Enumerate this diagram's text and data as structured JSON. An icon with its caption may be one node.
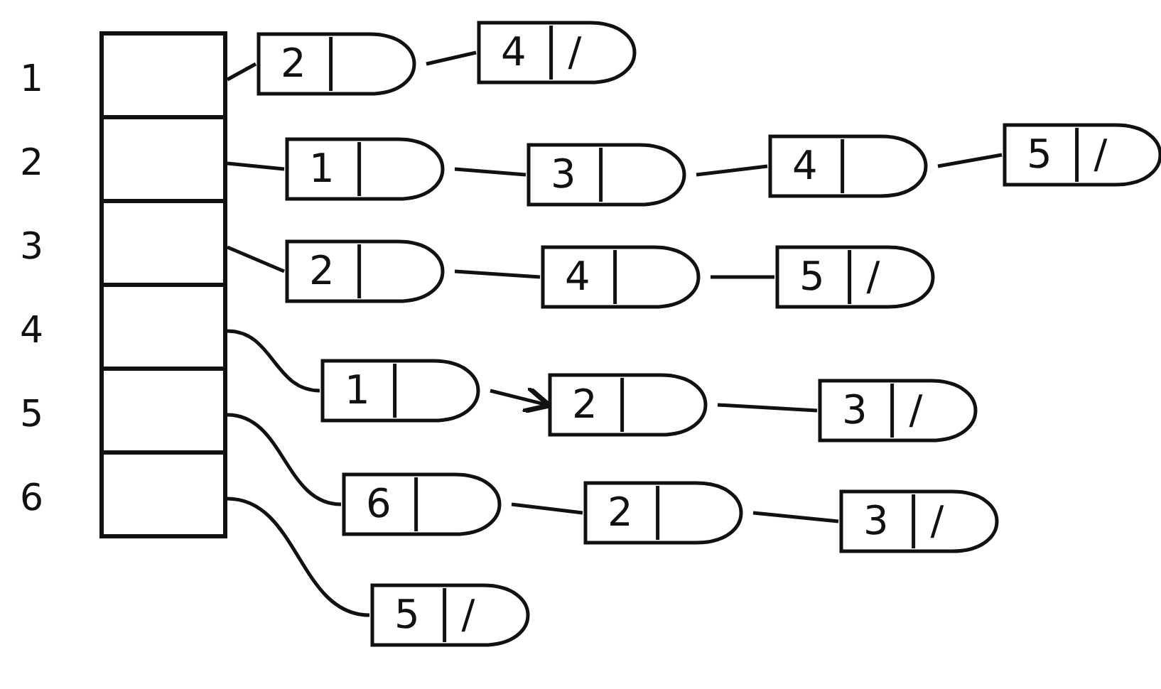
{
  "diagram": {
    "nodes": [
      {
        "text": [],
        "shape": "box",
        "beside": [
          "1"
        ]
      },
      {
        "text": [],
        "shape": "box",
        "beside": [
          "2"
        ]
      },
      {
        "text": [],
        "shape": "box",
        "beside": [
          "3"
        ]
      },
      {
        "text": [],
        "shape": "box",
        "beside": [
          "4"
        ]
      },
      {
        "text": [],
        "shape": "box",
        "beside": [
          "5"
        ]
      },
      {
        "text": [],
        "shape": "box",
        "beside": [
          "6"
        ]
      },
      {
        "text": [
          "2"
        ]
      },
      {
        "text": [
          "4",
          "/"
        ]
      },
      {
        "text": [
          "1"
        ]
      },
      {
        "text": [
          "3"
        ]
      },
      {
        "text": [
          "4"
        ]
      },
      {
        "text": [
          "5",
          "/"
        ]
      },
      {
        "text": [
          "2"
        ]
      },
      {
        "text": [
          "4"
        ]
      },
      {
        "text": [
          "5",
          "/"
        ]
      },
      {
        "text": [
          "1"
        ]
      },
      {
        "text": [
          "2"
        ]
      },
      {
        "text": [
          "3",
          "/"
        ]
      },
      {
        "text": [
          "6"
        ]
      },
      {
        "text": [
          "2"
        ]
      },
      {
        "text": [
          "3",
          "/"
        ]
      },
      {
        "text": [
          "5",
          "/"
        ]
      }
    ],
    "edges": [
      {
        "from": 0,
        "to": 6,
        "arrow": "none"
      },
      {
        "from": 6,
        "to": 7,
        "arrow": "none"
      },
      {
        "from": 1,
        "to": 8,
        "arrow": "none"
      },
      {
        "from": 8,
        "to": 9,
        "arrow": "none"
      },
      {
        "from": 9,
        "to": 10,
        "arrow": "none"
      },
      {
        "from": 10,
        "to": 11,
        "arrow": "none"
      },
      {
        "from": 2,
        "to": 12,
        "arrow": "none"
      },
      {
        "from": 12,
        "to": 13,
        "arrow": "none"
      },
      {
        "from": 13,
        "to": 14,
        "arrow": "none"
      },
      {
        "from": 3,
        "to": 15,
        "arrow": "none"
      },
      {
        "from": 15,
        "to": 16,
        "arrow": "to"
      },
      {
        "from": 16,
        "to": 17,
        "arrow": "none"
      },
      {
        "from": 4,
        "to": 18,
        "arrow": "none"
      },
      {
        "from": 18,
        "to": 19,
        "arrow": "none"
      },
      {
        "from": 19,
        "to": 20,
        "arrow": "none"
      },
      {
        "from": 5,
        "to": 21,
        "arrow": "none"
      }
    ]
  }
}
